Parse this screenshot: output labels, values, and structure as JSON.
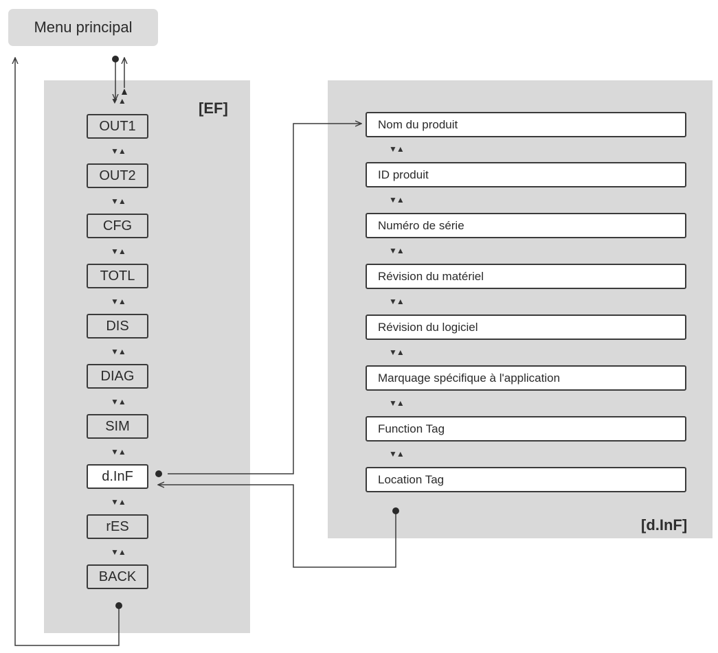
{
  "main_menu": {
    "label": "Menu principal"
  },
  "ef_panel": {
    "title": "[EF]",
    "items": [
      "OUT1",
      "OUT2",
      "CFG",
      "TOTL",
      "DIS",
      "DIAG",
      "SIM",
      "d.InF",
      "rES",
      "BACK"
    ],
    "active_item": "d.InF"
  },
  "dinf_panel": {
    "title": "[d.InF]",
    "items": [
      "Nom du produit",
      "ID produit",
      "Numéro de série",
      "Révision du matériel",
      "Révision du logiciel",
      "Marquage spécifique à l'application",
      "Function Tag",
      "Location Tag"
    ]
  },
  "nav_arrows": {
    "up_down": "▼▲"
  },
  "colors": {
    "panel": "#d9d9d9",
    "main_menu": "#dcdcdc",
    "stroke": "#3a3a3a",
    "active": "#ffffff"
  }
}
